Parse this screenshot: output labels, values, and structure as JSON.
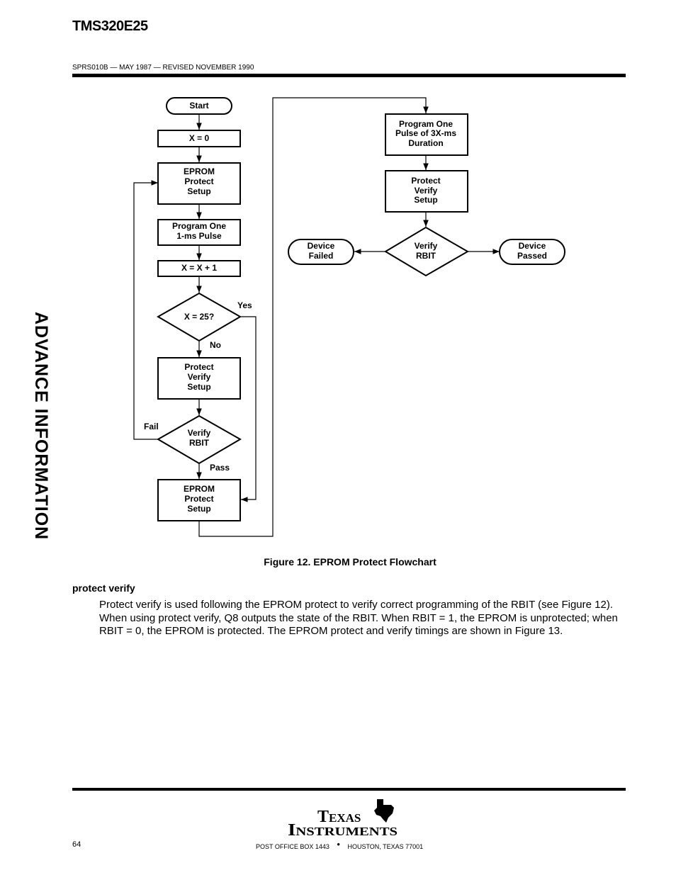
{
  "header": {
    "title": "TMS320E25",
    "doc_id": "SPRS010B — MAY 1987 — REVISED  NOVEMBER 1990"
  },
  "side_banner": "ADVANCE INFORMATION",
  "flowchart": {
    "start": "Start",
    "x_init": "X = 0",
    "eprom_protect_setup_1": [
      "EPROM",
      "Protect",
      "Setup"
    ],
    "program_pulse": [
      "Program One",
      "1-ms Pulse"
    ],
    "x_increment": "X = X + 1",
    "x_check": "X = 25?",
    "label_yes": "Yes",
    "label_no": "No",
    "protect_verify_setup_1": [
      "Protect",
      "Verify",
      "Setup"
    ],
    "verify_rbit_1": [
      "Verify",
      "RBIT"
    ],
    "label_fail": "Fail",
    "label_pass": "Pass",
    "eprom_protect_setup_2": [
      "EPROM",
      "Protect",
      "Setup"
    ],
    "program_3x_pulse": [
      "Program One",
      "Pulse of 3X-ms",
      "Duration"
    ],
    "protect_verify_setup_2": [
      "Protect",
      "Verify",
      "Setup"
    ],
    "verify_rbit_2": [
      "Verify",
      "RBIT"
    ],
    "device_failed": [
      "Device",
      "Failed"
    ],
    "device_passed": [
      "Device",
      "Passed"
    ]
  },
  "figure_caption": "Figure 12. EPROM Protect Flowchart",
  "section": {
    "heading": "protect verify",
    "lines": [
      "Protect verify is used following the EPROM protect to verify correct programming of the RBIT (see Figure 12).",
      "When using protect verify, Q8 outputs the state of the RBIT. When RBIT  = 1, the EPROM is unprotected; when",
      "RBIT = 0, the EPROM is protected. The EPROM protect and verify timings are shown in Figure 13."
    ]
  },
  "footer": {
    "logo_line1": "Texas",
    "logo_line2": "Instruments",
    "address_left": "POST OFFICE BOX 1443",
    "bullet": "•",
    "address_right": "HOUSTON, TEXAS 77001",
    "page_number": "64"
  }
}
